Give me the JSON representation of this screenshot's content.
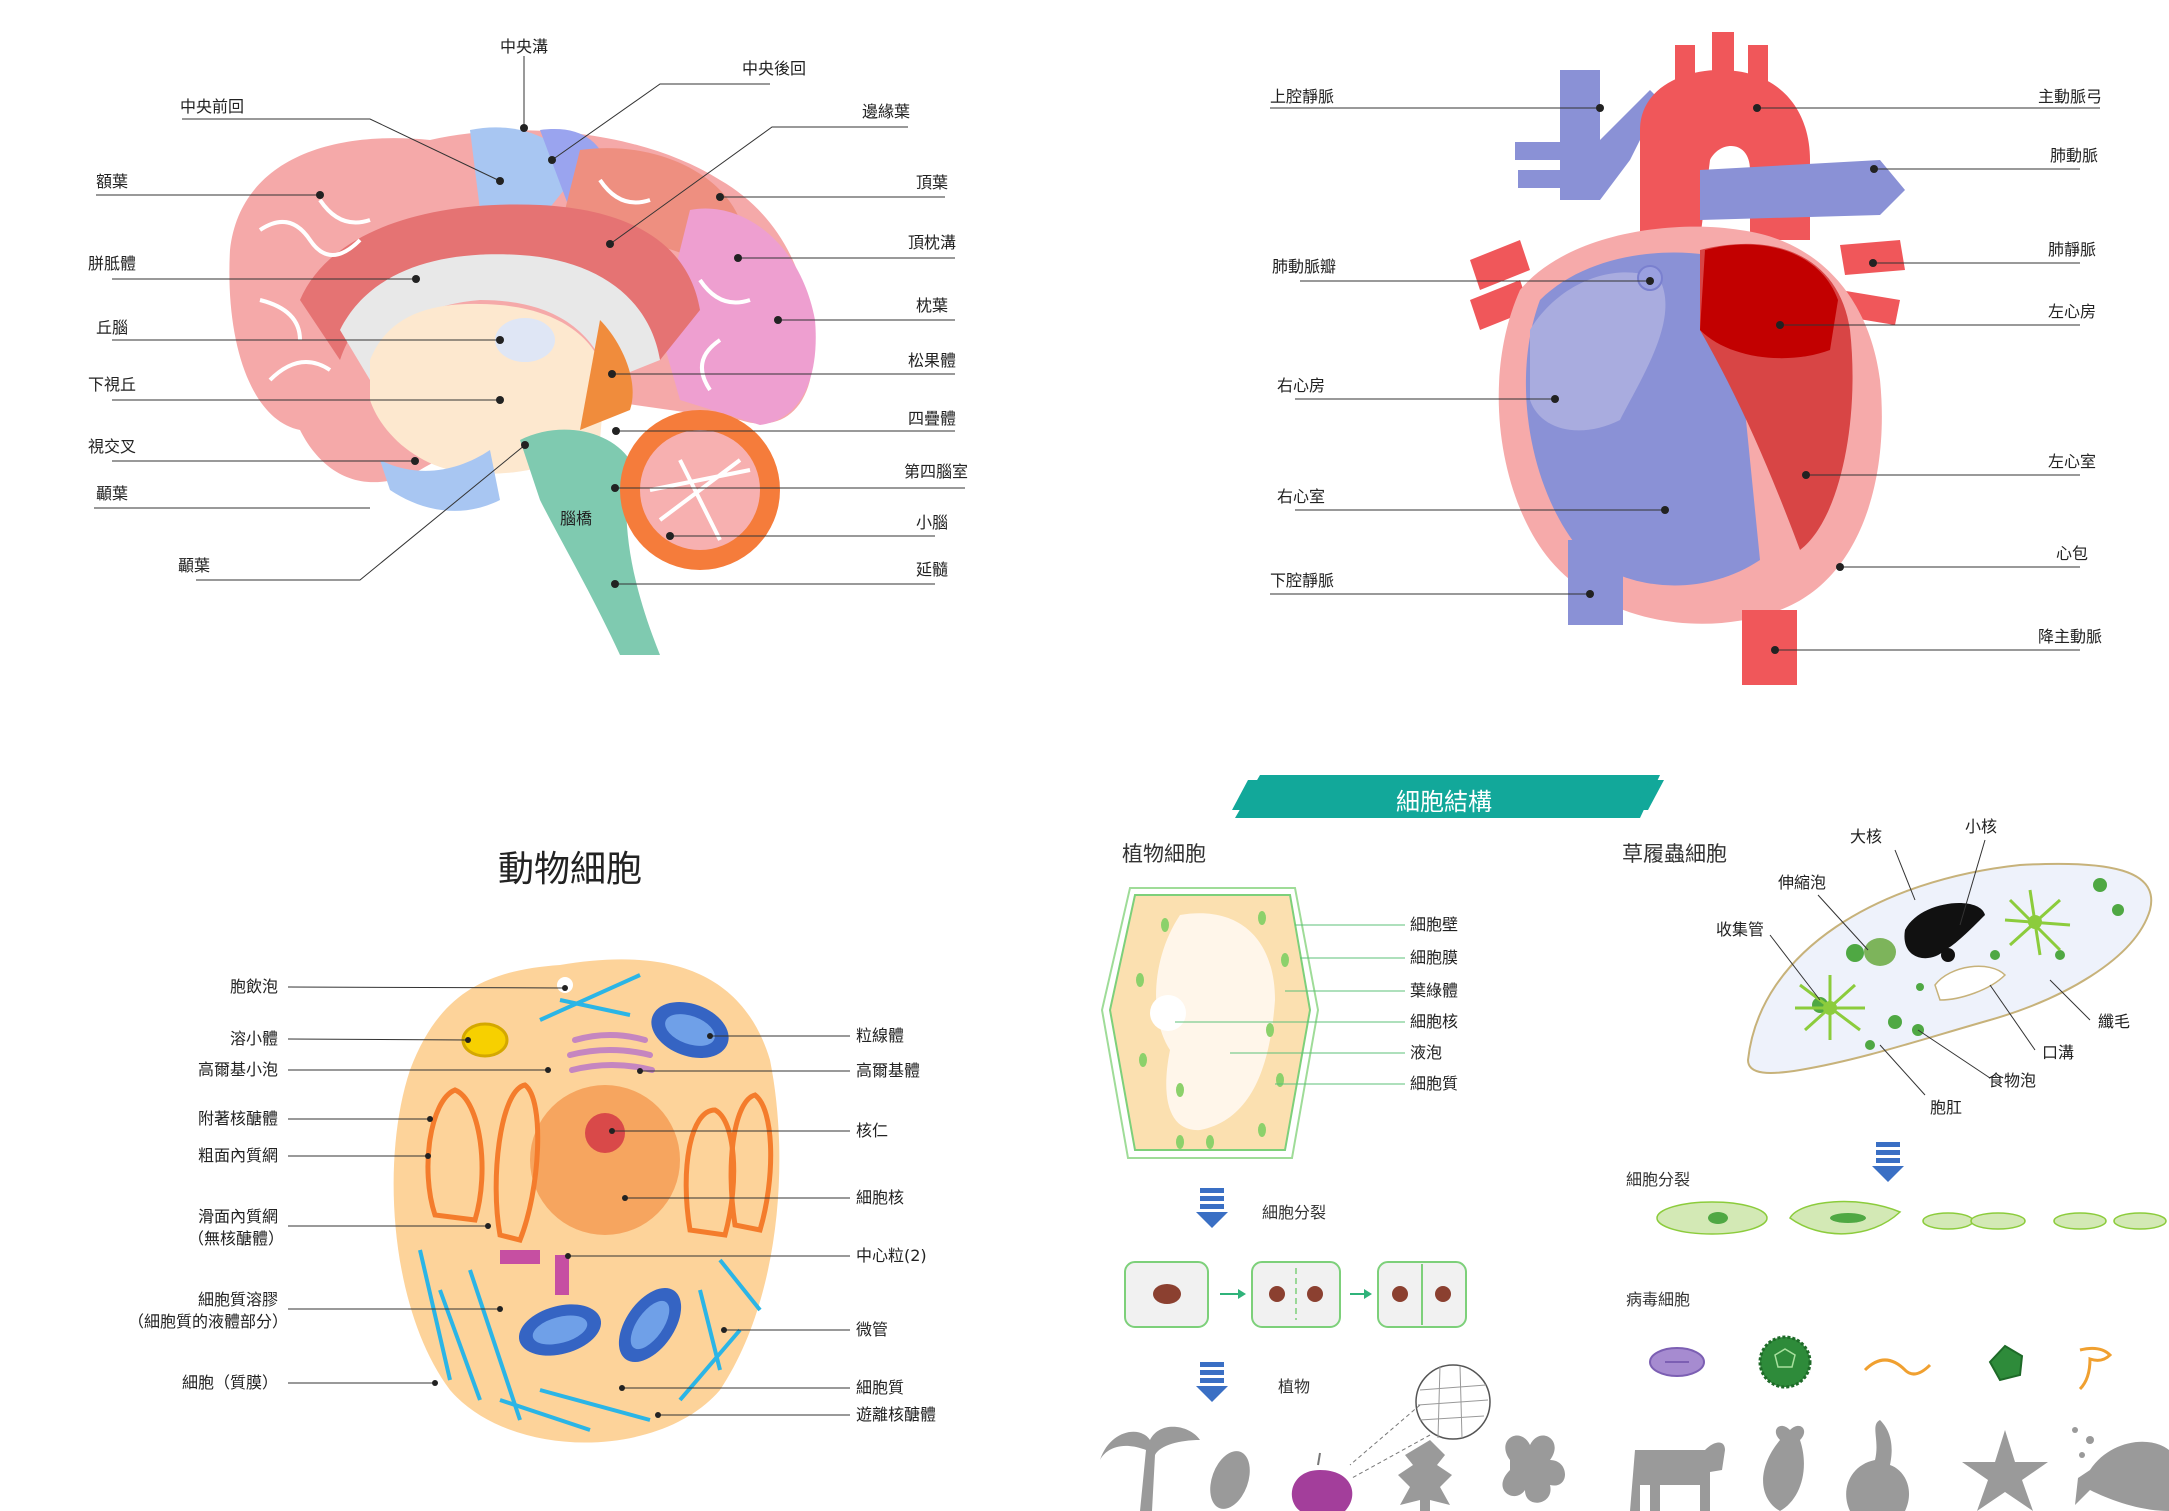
{
  "brain": {
    "labels": [
      "中央溝",
      "中央後回",
      "中央前回",
      "邊緣葉",
      "額葉",
      "頂葉",
      "頂枕溝",
      "胼胝體",
      "枕葉",
      "丘腦",
      "松果體",
      "下視丘",
      "四疊體",
      "視交叉",
      "第四腦室",
      "顳葉",
      "小腦",
      "顳葉",
      "延髓",
      "腦橋"
    ]
  },
  "heart": {
    "labels": [
      "上腔靜脈",
      "主動脈弓",
      "肺動脈",
      "肺動脈瓣",
      "肺靜脈",
      "左心房",
      "右心房",
      "左心室",
      "右心室",
      "心包",
      "下腔靜脈",
      "降主動脈"
    ]
  },
  "animal_cell": {
    "title": "動物細胞",
    "labels": [
      "胞飲泡",
      "溶小體",
      "高爾基小泡",
      "附著核醣體",
      "粗面內質網",
      "滑面內質網",
      "（無核醣體）",
      "細胞質溶膠",
      "（細胞質的液體部分）",
      "細胞（質膜）",
      "粒線體",
      "高爾基體",
      "核仁",
      "細胞核",
      "中心粒(2)",
      "微管",
      "細胞質",
      "遊離核醣體"
    ]
  },
  "cell_structure": {
    "banner": "細胞結構",
    "plant_title": "植物細胞",
    "plant_labels": [
      "細胞壁",
      "細胞膜",
      "葉綠體",
      "細胞核",
      "液泡",
      "細胞質"
    ],
    "division_label": "細胞分裂",
    "plant_label": "植物",
    "paramecium_title": "草履蟲細胞",
    "paramecium_labels": [
      "大核",
      "小核",
      "伸縮泡",
      "收集管",
      "纖毛",
      "口溝",
      "食物泡",
      "胞肛"
    ],
    "para_division_label": "細胞分裂",
    "virus_label": "病毒細胞"
  },
  "colors": {
    "banner": "#12a89a",
    "arrow": "#3a6fc4",
    "heart_red": "#f0575a",
    "heart_blue": "#8a91d6"
  }
}
